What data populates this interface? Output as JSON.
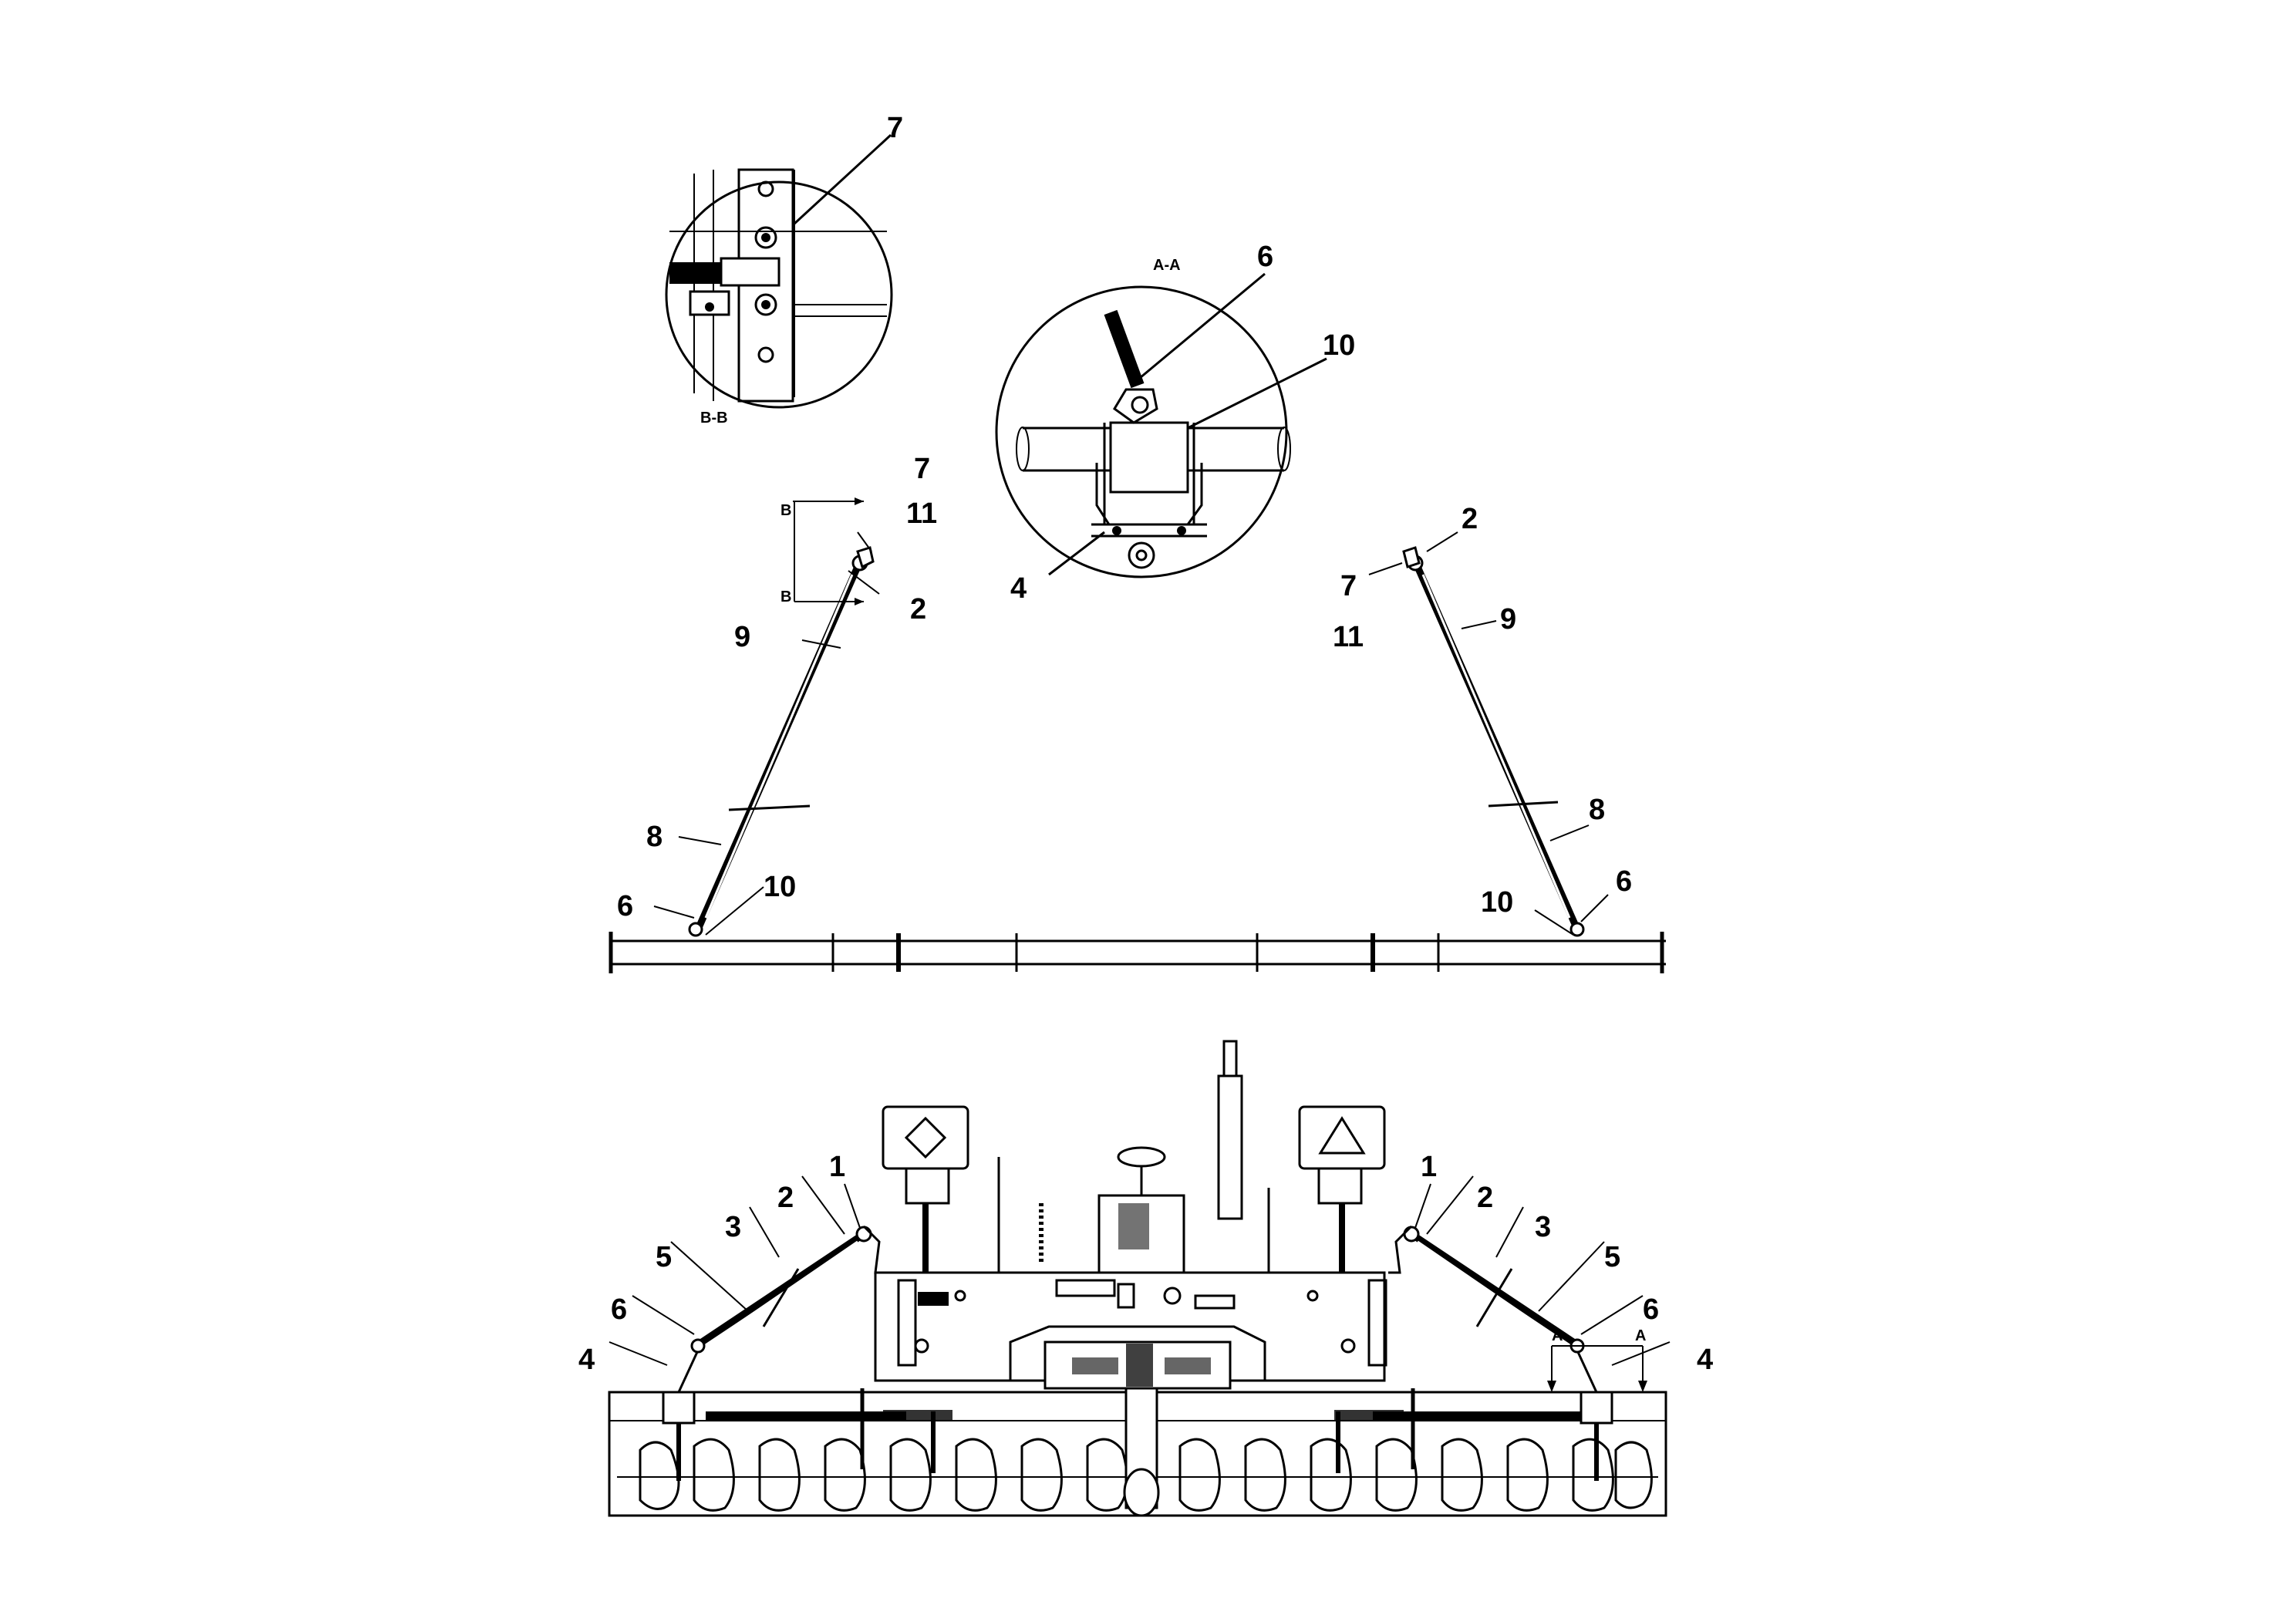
{
  "callouts": {
    "detail_bb": {
      "num7": "7",
      "section": "B-B"
    },
    "detail_aa": {
      "section": "A-A",
      "num6": "6",
      "num10": "10",
      "num4": "4"
    },
    "rear_left": {
      "num7": "7",
      "num11": "11",
      "num2": "2",
      "num9": "9",
      "num8": "8",
      "num6": "6",
      "num10": "10",
      "marker_b": "B"
    },
    "rear_right": {
      "num2": "2",
      "num7": "7",
      "num11": "11",
      "num9": "9",
      "num8": "8",
      "num6": "6",
      "num10": "10"
    },
    "machine_left": {
      "num1": "1",
      "num2": "2",
      "num3": "3",
      "num5": "5",
      "num6": "6",
      "num4": "4"
    },
    "machine_right": {
      "num1": "1",
      "num2": "2",
      "num3": "3",
      "num5": "5",
      "num6": "6",
      "num4": "4",
      "marker_a": "A"
    }
  }
}
